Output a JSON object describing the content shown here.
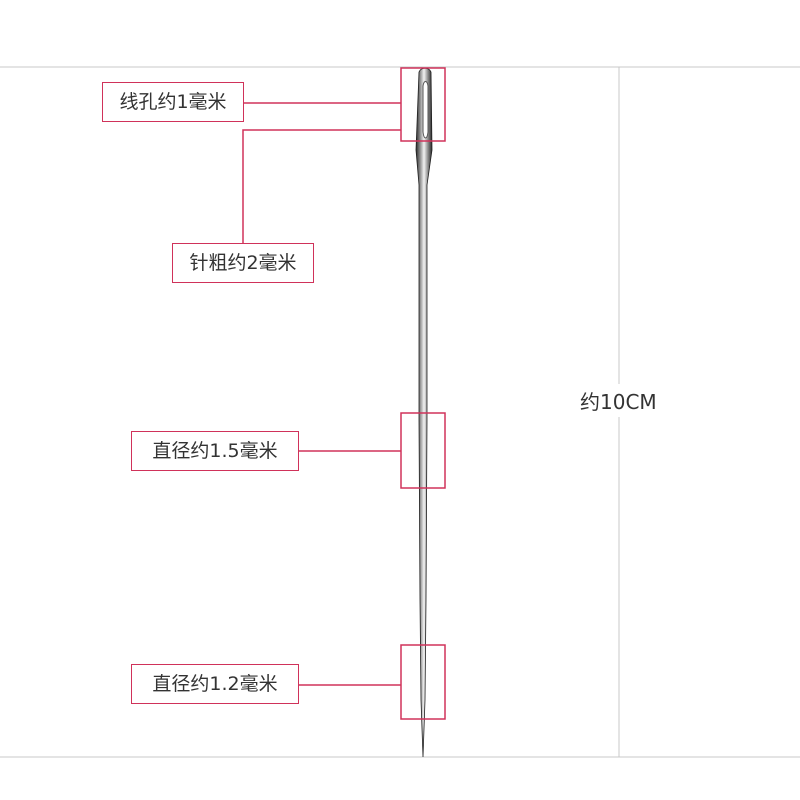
{
  "colors": {
    "accent": "#d0325a",
    "guide": "#c8c8c8",
    "text": "#333333"
  },
  "labels": {
    "eye_size": "线孔约1毫米",
    "needle_thickness": "针粗约2毫米",
    "diameter_middle": "直径约1.5毫米",
    "diameter_tip": "直径约1.2毫米"
  },
  "dimension": {
    "length": "约10CM"
  }
}
